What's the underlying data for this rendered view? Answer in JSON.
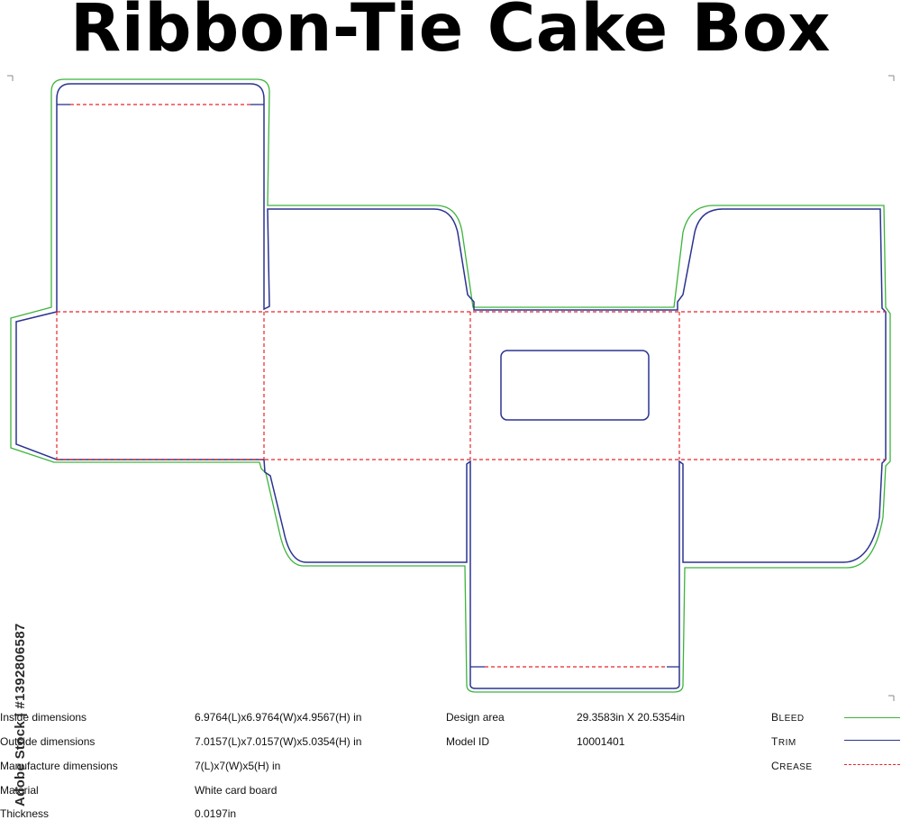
{
  "title": "Ribbon-Tie Cake Box",
  "specs": {
    "inside": {
      "label": "Inside dimensions",
      "value": "6.9764(L)x6.9764(W)x4.9567(H) in"
    },
    "outside": {
      "label": "Outside dimensions",
      "value": "7.0157(L)x7.0157(W)x5.0354(H) in"
    },
    "manufacture": {
      "label": "Manufacture dimensions",
      "value": "7(L)x7(W)x5(H) in"
    },
    "material": {
      "label": "Material",
      "value": "White card board"
    },
    "thickness": {
      "label": "Thickness",
      "value": "0.0197in"
    },
    "design_area": {
      "label": "Design area",
      "value": "29.3583in X 20.5354in"
    },
    "model_id": {
      "label": "Model ID",
      "value": "10001401"
    }
  },
  "legend": {
    "bleed": {
      "first": "B",
      "rest": "LEED",
      "color": "#3cb43c"
    },
    "trim": {
      "first": "T",
      "rest": "RIM",
      "color": "#2b3390"
    },
    "crease": {
      "first": "C",
      "rest": "REASE",
      "color": "#e8242a"
    }
  },
  "watermark": "Adobe Stock | #1392806587"
}
